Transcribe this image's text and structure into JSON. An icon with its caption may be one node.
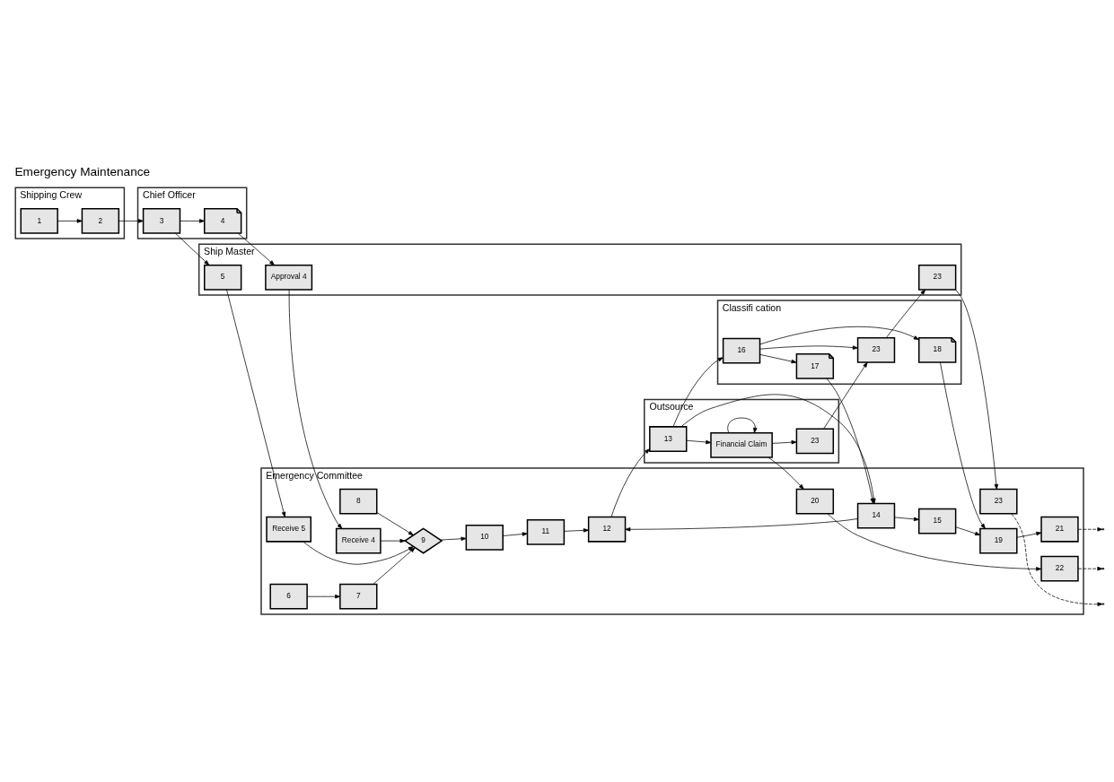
{
  "diagram": {
    "title": "Emergency Maintenance",
    "nodes": [
      {
        "text": [
          "Shipping Crew"
        ]
      },
      {
        "text": [
          "1"
        ],
        "in": 0
      },
      {
        "text": [
          "2"
        ],
        "in": 0
      },
      {
        "text": [
          "Chief Officer"
        ]
      },
      {
        "text": [
          "3"
        ],
        "in": 3
      },
      {
        "text": [
          "4"
        ],
        "in": 3
      },
      {
        "text": [
          "Ship Master"
        ]
      },
      {
        "text": [
          "5"
        ],
        "in": 6
      },
      {
        "text": [
          "Approval 4"
        ],
        "in": 6
      },
      {
        "text": [
          "23"
        ],
        "in": 6
      },
      {
        "text": [
          "Emergency Committee"
        ]
      },
      {
        "text": [
          "Receive 5"
        ],
        "in": 10
      },
      {
        "text": [
          "Receive 4"
        ],
        "in": 10
      },
      {
        "text": [
          "6"
        ],
        "in": 10
      },
      {
        "text": [
          "7"
        ],
        "in": 10
      },
      {
        "text": [
          "9"
        ],
        "in": 10
      },
      {
        "text": [
          "8"
        ],
        "in": 10
      },
      {
        "text": [
          "10"
        ],
        "in": 10
      },
      {
        "text": [
          "11"
        ],
        "in": 10
      },
      {
        "text": [
          "12"
        ],
        "in": 10
      },
      {
        "text": [
          "14"
        ],
        "in": 10
      },
      {
        "text": [
          "15"
        ],
        "in": 10
      },
      {
        "text": [
          "19"
        ],
        "in": 10
      },
      {
        "text": [
          "20"
        ],
        "in": 10
      },
      {
        "text": [
          "22"
        ],
        "in": 10
      },
      {
        "text": [
          "21"
        ],
        "in": 10
      },
      {
        "text": [
          "23"
        ],
        "in": 10
      },
      {
        "text": [
          "Outsource"
        ]
      },
      {
        "text": [
          "13"
        ],
        "in": 27
      },
      {
        "text": [
          "Financial Claim"
        ],
        "in": 27
      },
      {
        "text": [
          "23"
        ],
        "in": 27
      },
      {
        "text": [
          "Classifi cation"
        ]
      },
      {
        "text": [
          "16"
        ],
        "in": 31
      },
      {
        "text": [
          "17"
        ],
        "in": 31
      },
      {
        "text": [
          "18"
        ],
        "in": 31
      },
      {
        "text": [
          "23"
        ],
        "in": 31
      }
    ],
    "edges": [
      {
        "from": 1,
        "to": 2,
        "arrow": "to"
      },
      {
        "from": 2,
        "to": 4,
        "arrow": "to"
      },
      {
        "from": 4,
        "to": 5,
        "arrow": "to"
      },
      {
        "from": 5,
        "to": 8,
        "arrow": "to"
      },
      {
        "from": 4,
        "to": 7,
        "arrow": "to"
      },
      {
        "from": 7,
        "to": 11,
        "arrow": "to"
      },
      {
        "from": 8,
        "to": 12,
        "arrow": "to"
      },
      {
        "from": 11,
        "to": 15,
        "arrow": "to"
      },
      {
        "from": 12,
        "to": 15,
        "arrow": "to"
      },
      {
        "from": 13,
        "to": 14,
        "arrow": "to"
      },
      {
        "from": 14,
        "to": 15,
        "arrow": "to"
      },
      {
        "from": 16,
        "to": 15,
        "arrow": "to"
      },
      {
        "from": 15,
        "to": 17,
        "arrow": "to"
      },
      {
        "from": 17,
        "to": 18,
        "arrow": "to"
      },
      {
        "from": 18,
        "to": 19,
        "arrow": "to"
      },
      {
        "from": 20,
        "to": 19,
        "arrow": "to"
      },
      {
        "from": 20,
        "to": 21,
        "arrow": "to"
      },
      {
        "from": 21,
        "to": 22,
        "arrow": "to"
      },
      {
        "from": 22,
        "to": 25,
        "arrow": "to"
      },
      {
        "from": 23,
        "to": 24,
        "arrow": "to"
      },
      {
        "from": 19,
        "to": 28,
        "arrow": "to"
      },
      {
        "from": 28,
        "to": 29,
        "arrow": "to"
      },
      {
        "from": 28,
        "to": 20,
        "arrow": "to"
      },
      {
        "from": 33,
        "to": 20,
        "arrow": "to"
      },
      {
        "from": 28,
        "to": 32,
        "arrow": "to"
      },
      {
        "from": 32,
        "to": 33,
        "arrow": "to"
      },
      {
        "from": 32,
        "to": 34,
        "arrow": "to"
      },
      {
        "from": 32,
        "to": 35,
        "arrow": "to"
      },
      {
        "from": 34,
        "to": 22,
        "arrow": "to"
      },
      {
        "from": 29,
        "to": 23,
        "arrow": "to"
      },
      {
        "from": 29,
        "to": 30,
        "arrow": "to"
      },
      {
        "from": 29,
        "to": 29,
        "arrow": "to"
      },
      {
        "from": 30,
        "to": 35,
        "arrow": "to"
      },
      {
        "from": 35,
        "to": 9,
        "arrow": "to"
      },
      {
        "from": 9,
        "to": 26,
        "arrow": "to"
      },
      {
        "from": 26,
        "to": null,
        "arrow": "to",
        "style": "dashed"
      },
      {
        "from": 25,
        "to": null,
        "arrow": "to",
        "style": "dashed"
      },
      {
        "from": 24,
        "to": null,
        "arrow": "to",
        "style": "dashed"
      }
    ]
  }
}
